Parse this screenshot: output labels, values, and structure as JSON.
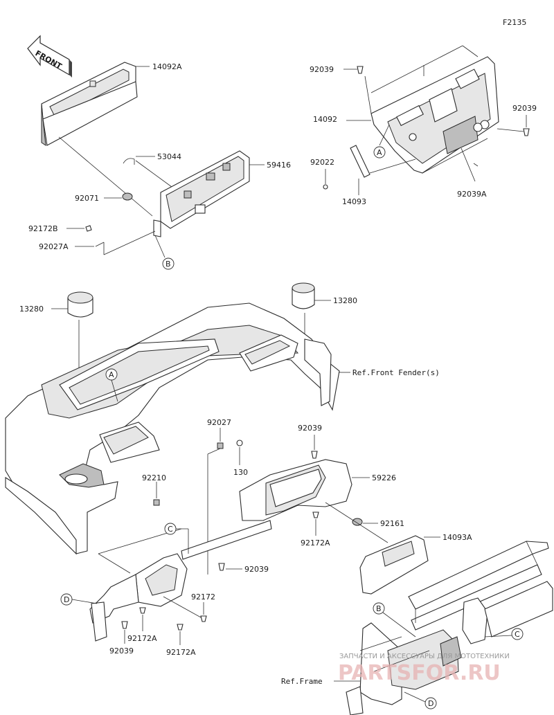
{
  "figure_code": "F2135",
  "direction_arrow": "FRONT",
  "part_labels": {
    "l14092A": "14092A",
    "l53044": "53044",
    "l59416": "59416",
    "l92071": "92071",
    "l92172B": "92172B",
    "l92027A": "92027A",
    "l92039_top": "92039",
    "l14092": "14092",
    "l92039_right": "92039",
    "l92022": "92022",
    "l14093": "14093",
    "l92039A": "92039A",
    "l13280_left": "13280",
    "l13280_right": "13280",
    "l92027": "92027",
    "l130": "130",
    "l92039_mid": "92039",
    "l59226": "59226",
    "l92210": "92210",
    "l92161": "92161",
    "l92172A_mid": "92172A",
    "l14093A": "14093A",
    "l92039_low": "92039",
    "l92172": "92172",
    "l92172A_low1": "92172A",
    "l92039_bottom": "92039",
    "l92172A_low2": "92172A"
  },
  "references": {
    "front_fender": "Ref.Front Fender(s)",
    "frame": "Ref.Frame"
  },
  "callouts": {
    "a_top": "A",
    "a_dash": "A",
    "b_top": "B",
    "b_frame": "B",
    "c_mid": "C",
    "c_frame": "C",
    "d_left": "D",
    "d_frame": "D"
  },
  "watermark": {
    "line1": "ЗАПЧАСТИ И АКСЕССУАРЫ ДЛЯ МОТОТЕХНИКИ",
    "line2": "PARTSFOR.RU"
  },
  "icons": [
    "front-arrow-icon"
  ],
  "colors": {
    "ink": "#2a2a2a",
    "shade": "#e6e6e6",
    "watermark": "#e7b3b3"
  }
}
